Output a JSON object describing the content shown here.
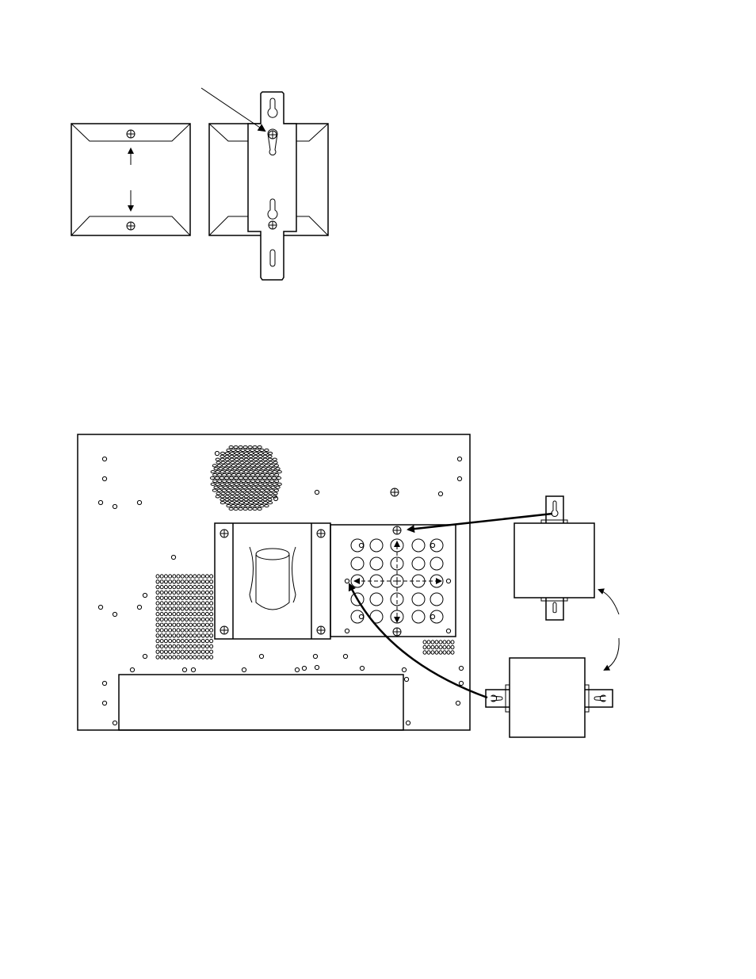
{
  "figure": {
    "colors": {
      "stroke": "#000000",
      "background": "#ffffff"
    },
    "top_figure": {
      "parts": [
        "mounting-box",
        "mounting-box-with-bracket",
        "keyhole-bracket",
        "callout-leader"
      ],
      "icons": [
        "screw-head-icon",
        "arrow-up-icon",
        "arrow-down-icon",
        "keyhole-slot-icon"
      ]
    },
    "bottom_figure": {
      "parts": [
        "chassis-panel",
        "vent-grille-circular",
        "vent-grille-left",
        "vent-grille-right",
        "transformer-bracket",
        "transformer-core",
        "mounting-hole-grid",
        "lower-cover-plate",
        "module-vertical-orientation",
        "module-horizontal-orientation"
      ],
      "icons": [
        "screw-head-icon",
        "keyhole-slot-icon",
        "curved-arrow-icon",
        "dashed-arrow-icon"
      ]
    }
  }
}
